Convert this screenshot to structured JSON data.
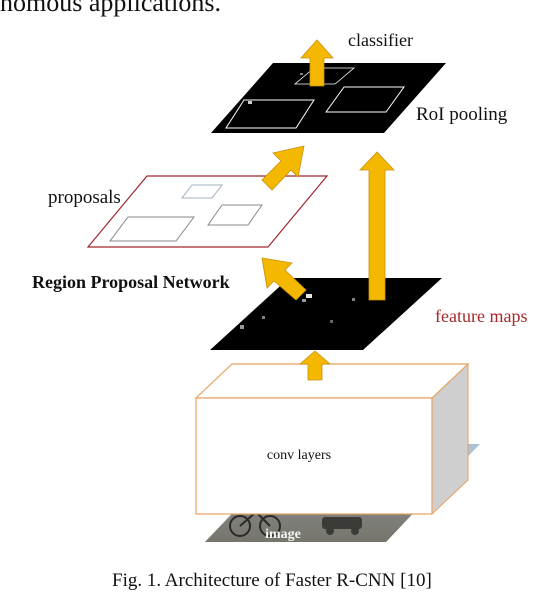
{
  "header": {
    "partial_text": "nomous applications."
  },
  "diagram": {
    "labels": {
      "classifier": "classifier",
      "roi_pooling": "RoI pooling",
      "proposals": "proposals",
      "rpn": "Region Proposal Network",
      "feature_maps": "feature maps",
      "conv_layers": "conv layers",
      "image": "image"
    },
    "colors": {
      "arrow": "#f5b800",
      "arrow_stroke": "#c8900a",
      "proposal_border": "#a0282f",
      "feature_text": "#a52a2a",
      "conv_box_border": "#e8a262",
      "map_fill": "#000000"
    }
  },
  "caption": "Fig. 1. Architecture of Faster R-CNN [10]"
}
